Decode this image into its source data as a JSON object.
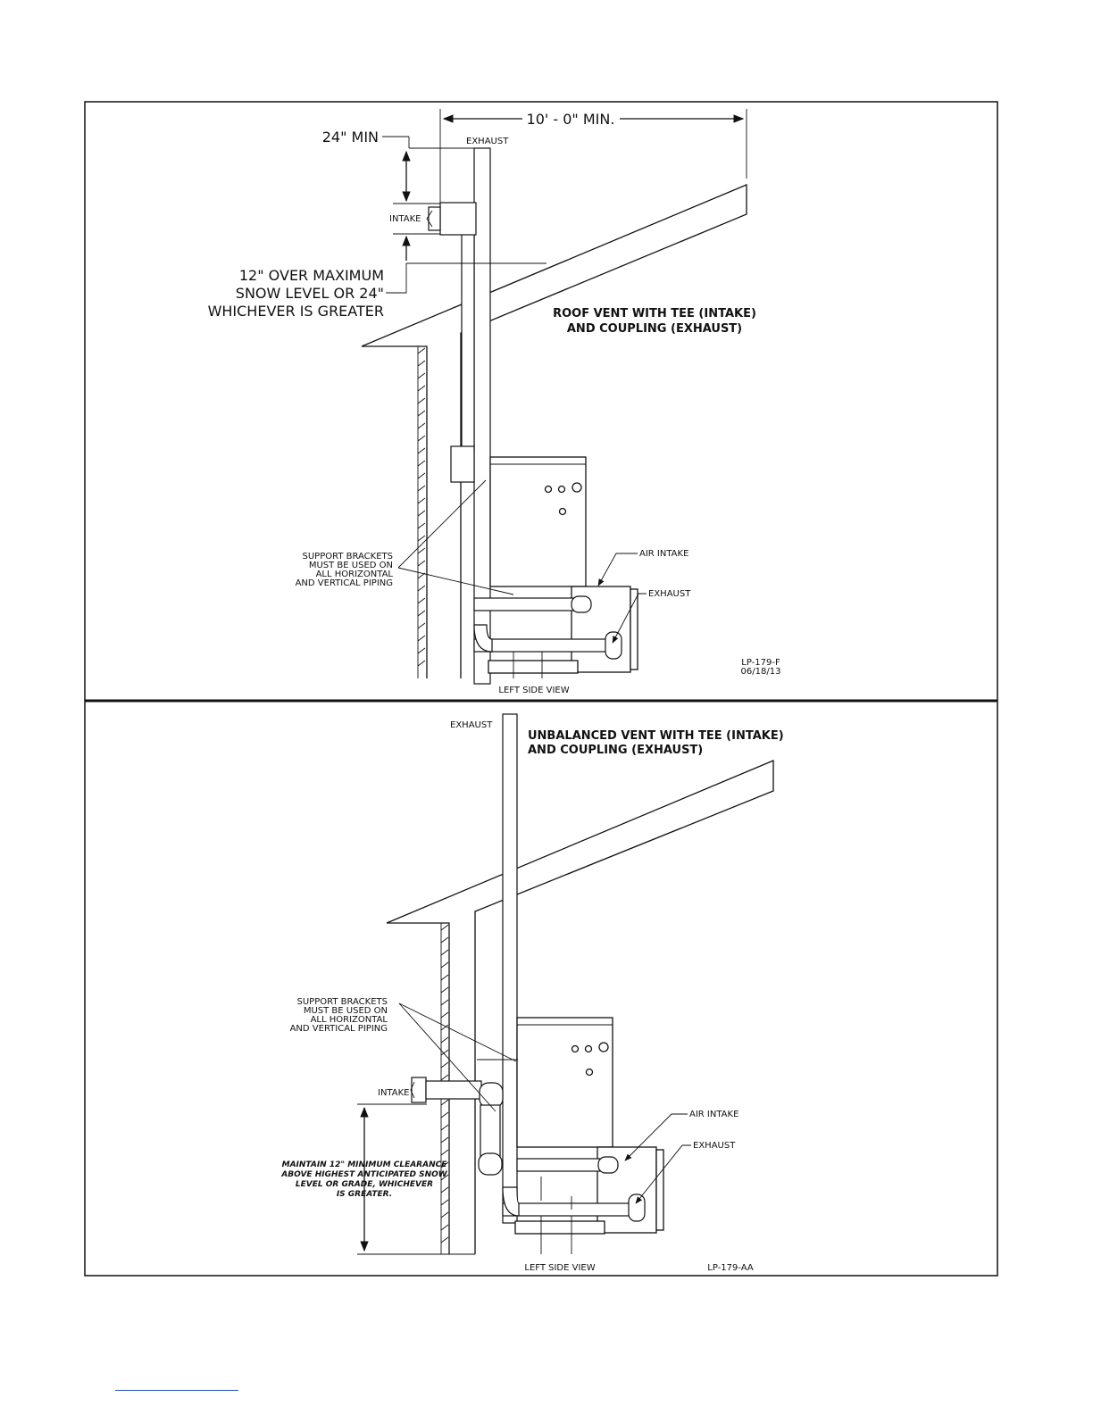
{
  "top_panel": {
    "dim_10ft": "10' - 0\" MIN.",
    "dim_24min": "24\" MIN",
    "exhaust_label": "EXHAUST",
    "intake_label": "INTAKE",
    "snow_note": [
      "12\" OVER MAXIMUM",
      "SNOW LEVEL OR 24\"",
      "WHICHEVER IS GREATER"
    ],
    "title": [
      "ROOF VENT WITH TEE (INTAKE)",
      "AND COUPLING (EXHAUST)"
    ],
    "bracket_note": [
      "SUPPORT BRACKETS",
      "MUST BE USED ON",
      "ALL HORIZONTAL",
      "AND VERTICAL PIPING"
    ],
    "air_intake_label": "AIR INTAKE",
    "exhaust2_label": "EXHAUST",
    "drawing_no": "LP-179-F",
    "drawing_date": "06/18/13",
    "view_label": "LEFT SIDE VIEW"
  },
  "bottom_panel": {
    "exhaust_label": "EXHAUST",
    "title": [
      "UNBALANCED VENT WITH TEE (INTAKE)",
      "AND COUPLING (EXHAUST)"
    ],
    "bracket_note": [
      "SUPPORT BRACKETS",
      "MUST BE USED ON",
      "ALL HORIZONTAL",
      "AND VERTICAL PIPING"
    ],
    "intake_label": "INTAKE",
    "clearance_note": [
      "MAINTAIN 12\" MINIMUM CLEARANCE",
      "ABOVE HIGHEST ANTICIPATED SNOW",
      "LEVEL OR GRADE, WHICHEVER",
      "IS GREATER."
    ],
    "air_intake_label": "AIR INTAKE",
    "exhaust2_label": "EXHAUST",
    "view_label": "LEFT SIDE VIEW",
    "drawing_no": "LP-179-AA"
  },
  "colors": {
    "line": "#111111",
    "footer_rule": "#1f4fbf"
  }
}
